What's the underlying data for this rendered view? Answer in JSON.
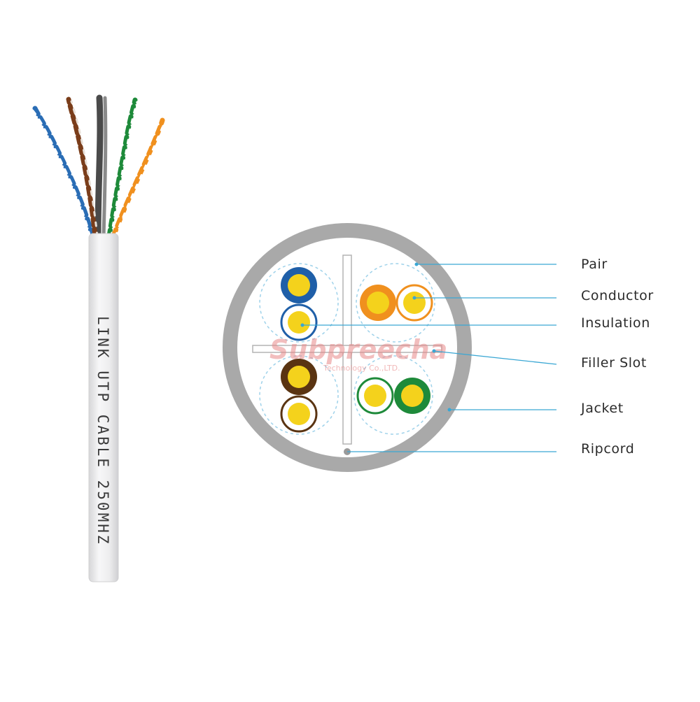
{
  "cable_print": "LINK UTP CABLE 250MHZ",
  "callouts": [
    {
      "id": "pair",
      "label": "Pair"
    },
    {
      "id": "conductor",
      "label": "Conductor"
    },
    {
      "id": "insulation",
      "label": "Insulation"
    },
    {
      "id": "filler-slot",
      "label": "Filler Slot"
    },
    {
      "id": "jacket",
      "label": "Jacket"
    },
    {
      "id": "ripcord",
      "label": "Ripcord"
    }
  ],
  "watermark": {
    "brand": "Subpreecha",
    "sub": "Technology Co.,LTD."
  },
  "colors": {
    "jacket": "#a9a9a9",
    "leader": "#3aa7d4",
    "conductor": "#f4d21c",
    "blue": "#1f5fa8",
    "orange": "#f0901e",
    "brown": "#5a3412",
    "green": "#1e8a3a",
    "cable_sheath": "#ededee"
  }
}
